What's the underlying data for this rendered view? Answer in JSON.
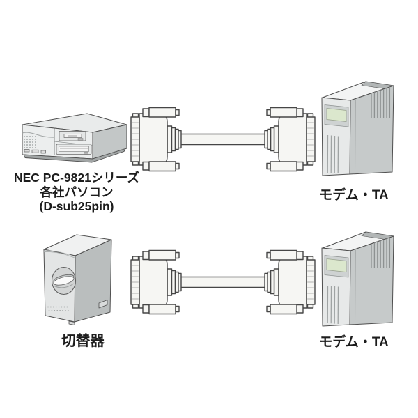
{
  "page": {
    "type": "product-connection-diagram",
    "background": "#ffffff"
  },
  "labels": {
    "pc": {
      "line1": "NEC PC-9821シリーズ",
      "line2": "各社パソコン",
      "line3": "(D-sub25pin)"
    },
    "modem_top": "モデム・TA",
    "switch": "切替器",
    "modem_bottom": "モデム・TA"
  },
  "illustrations": {
    "top_left": "desktop-pc",
    "top_center": "d-sub25pin-serial-cable",
    "top_right": "modem-ta-tower",
    "bottom_left": "rotary-switch-box",
    "bottom_center": "d-sub25pin-serial-cable",
    "bottom_right": "modem-ta-tower"
  },
  "colors": {
    "outline": "#4f4f4f",
    "text": "#1c1c1c",
    "device_front": "#e7e9e9",
    "device_side": "#c6caca",
    "device_top": "#f3f4f4",
    "top_vent_band": "#b2b6b6",
    "lcd_recess": "#ced2d2",
    "lcd_screen": "#dbe7cd",
    "cable_fill": "#f6f6f3",
    "base_shadow": "#a2a6a6"
  }
}
